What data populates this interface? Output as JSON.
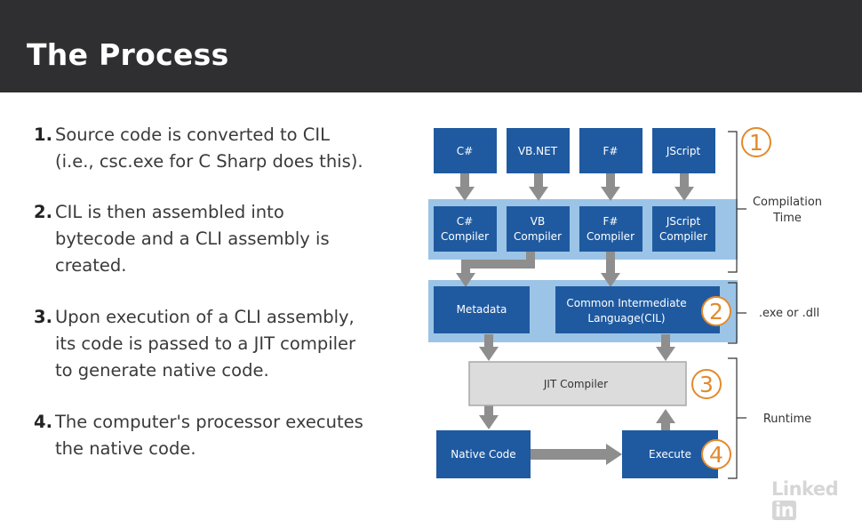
{
  "header": {
    "title": "The Process"
  },
  "steps": [
    {
      "num": "1.",
      "lines": [
        "Source code is converted to CIL",
        "(i.e., csc.exe for C Sharp does this)."
      ]
    },
    {
      "num": "2.",
      "lines": [
        "CIL is then assembled into",
        "bytecode and a CLI assembly is",
        "created."
      ]
    },
    {
      "num": "3.",
      "lines": [
        "Upon execution of a CLI assembly,",
        "its code is passed to a JIT compiler",
        "to generate native code."
      ]
    },
    {
      "num": "4.",
      "lines": [
        "The computer's processor executes",
        "the native code."
      ]
    }
  ],
  "diagram": {
    "languages": [
      "C#",
      "VB.NET",
      "F#",
      "JScript"
    ],
    "compilers": [
      [
        "C#",
        "Compiler"
      ],
      [
        "VB",
        "Compiler"
      ],
      [
        "F#",
        "Compiler"
      ],
      [
        "JScript",
        "Compiler"
      ]
    ],
    "metadata": "Metadata",
    "cil": [
      "Common Intermediate",
      "Language(CIL)"
    ],
    "jit": "JIT Compiler",
    "native": "Native Code",
    "execute": "Execute",
    "badges": [
      "1",
      "2",
      "3",
      "4"
    ],
    "side_labels": {
      "compilation": [
        "Compilation",
        "Time"
      ],
      "assembly": ".exe or .dll",
      "runtime": "Runtime"
    }
  },
  "colors": {
    "header_bg": "#2f2f31",
    "box_blue": "#1f5aa0",
    "panel_blue": "#9cc4e6",
    "badge_orange": "#e28a2c",
    "arrow_gray": "#8e8e8e"
  },
  "watermark": {
    "brand": "Linked",
    "brand_in": "in"
  }
}
